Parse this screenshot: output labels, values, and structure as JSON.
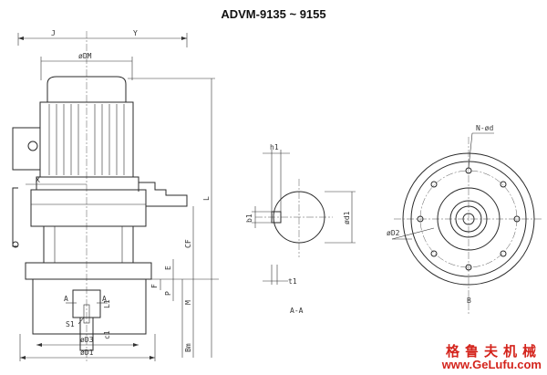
{
  "title": "ADVM-9135 ~ 9155",
  "watermark": {
    "chinese": "格鲁夫机械",
    "url": "www.GeLufu.com"
  },
  "colors": {
    "line": "#2a2a2a",
    "watermark": "#d4241c"
  },
  "labels": {
    "J": "J",
    "Y": "Y",
    "DM": "øDM",
    "X": "X",
    "L": "L",
    "CF": "CF",
    "E": "E",
    "F": "F",
    "P": "P",
    "M": "M",
    "L1": "L1",
    "A_left": "A",
    "A_right": "A",
    "S1": "S1",
    "C1": "c1",
    "D3": "øD3",
    "D1": "øD1",
    "Bm": "Bm",
    "h1": "h1",
    "b1": "b1",
    "d1": "ød1",
    "t1": "t1",
    "section": "A-A",
    "N_d": "N-ød",
    "D2": "øD2",
    "B": "B"
  }
}
